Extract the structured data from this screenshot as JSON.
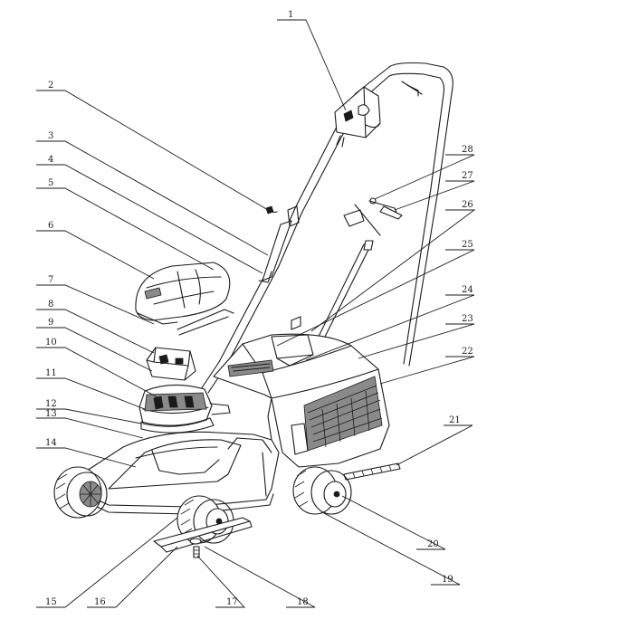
{
  "parts": [
    {
      "label": "1"
    },
    {
      "label": "2"
    },
    {
      "label": "3"
    },
    {
      "label": "4"
    },
    {
      "label": "5"
    },
    {
      "label": "6"
    },
    {
      "label": "7"
    },
    {
      "label": "8"
    },
    {
      "label": "9"
    },
    {
      "label": "10"
    },
    {
      "label": "11"
    },
    {
      "label": "12"
    },
    {
      "label": "13"
    },
    {
      "label": "14"
    },
    {
      "label": "15"
    },
    {
      "label": "16"
    },
    {
      "label": "17"
    },
    {
      "label": "18"
    },
    {
      "label": "19"
    },
    {
      "label": "20"
    },
    {
      "label": "21"
    },
    {
      "label": "22"
    },
    {
      "label": "23"
    },
    {
      "label": "24"
    },
    {
      "label": "25"
    },
    {
      "label": "26"
    },
    {
      "label": "27"
    },
    {
      "label": "28"
    }
  ]
}
